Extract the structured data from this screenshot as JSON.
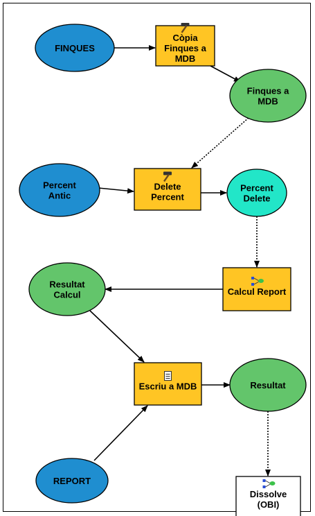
{
  "colors": {
    "input_data": "#1f8ed0",
    "derived_data": "#63c56b",
    "intermediate_data": "#22e6c8",
    "tool": "#ffc524",
    "script_tool": "#ffffff",
    "outline": "#000000",
    "label_text": "#000000"
  },
  "nodes": [
    {
      "id": "finques",
      "type": "input-data",
      "lines": [
        "FINQUES"
      ]
    },
    {
      "id": "copia",
      "type": "tool",
      "icon": "hammer-icon",
      "lines": [
        "Còpia",
        "Finques a",
        "MDB"
      ]
    },
    {
      "id": "finques-mdb",
      "type": "derived-data",
      "lines": [
        "Finques a",
        "MDB"
      ]
    },
    {
      "id": "percent-antic",
      "type": "input-data",
      "lines": [
        "Percent",
        "Antic"
      ]
    },
    {
      "id": "delete-percent",
      "type": "tool",
      "icon": "hammer-icon",
      "lines": [
        "Delete",
        "Percent"
      ]
    },
    {
      "id": "percent-delete",
      "type": "intermediate-data",
      "lines": [
        "Percent",
        "Delete"
      ]
    },
    {
      "id": "calcul-report",
      "type": "tool",
      "icon": "model-icon",
      "lines": [
        "Calcul Report"
      ]
    },
    {
      "id": "resultat-calcul",
      "type": "derived-data",
      "lines": [
        "Resultat",
        "Calcul"
      ]
    },
    {
      "id": "escriu",
      "type": "tool",
      "icon": "script-icon",
      "lines": [
        "Escriu a MDB"
      ]
    },
    {
      "id": "resultat",
      "type": "derived-data",
      "lines": [
        "Resultat"
      ]
    },
    {
      "id": "report",
      "type": "input-data",
      "lines": [
        "REPORT"
      ]
    },
    {
      "id": "dissolve",
      "type": "model-tool",
      "icon": "model-icon",
      "lines": [
        "Dissolve",
        "(OBI)"
      ]
    }
  ],
  "edges": [
    {
      "from": "finques",
      "to": "copia",
      "style": "solid"
    },
    {
      "from": "copia",
      "to": "finques-mdb",
      "style": "solid"
    },
    {
      "from": "finques-mdb",
      "to": "delete-percent",
      "style": "dotted"
    },
    {
      "from": "percent-antic",
      "to": "delete-percent",
      "style": "solid"
    },
    {
      "from": "delete-percent",
      "to": "percent-delete",
      "style": "solid"
    },
    {
      "from": "percent-delete",
      "to": "calcul-report",
      "style": "dotted"
    },
    {
      "from": "calcul-report",
      "to": "resultat-calcul",
      "style": "solid"
    },
    {
      "from": "resultat-calcul",
      "to": "escriu",
      "style": "solid"
    },
    {
      "from": "report",
      "to": "escriu",
      "style": "solid"
    },
    {
      "from": "escriu",
      "to": "resultat",
      "style": "solid"
    },
    {
      "from": "resultat",
      "to": "dissolve",
      "style": "dotted"
    }
  ]
}
